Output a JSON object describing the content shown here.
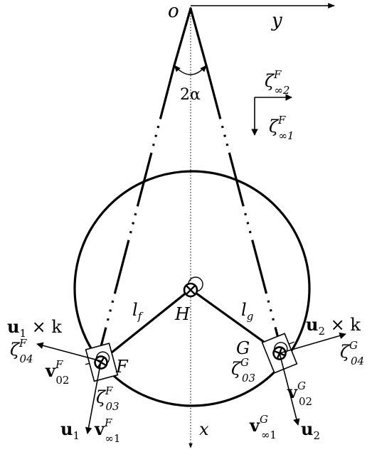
{
  "labels": {
    "origin": "o",
    "y_axis": "y",
    "x_axis": "x",
    "angle": "2α",
    "zeta_inf2": {
      "base": "ζ",
      "sup": "F",
      "sub": "∞2"
    },
    "zeta_inf1": {
      "base": "ζ",
      "sup": "F",
      "sub": "∞1"
    },
    "lf": {
      "base": "l",
      "sub": "f"
    },
    "lg": {
      "base": "l",
      "sub": "g"
    },
    "H": "H",
    "F": "F",
    "G": "G",
    "u1k": {
      "u": "u",
      "sub": "1",
      "rest": " × k"
    },
    "u2k": {
      "u": "u",
      "sub": "2",
      "rest": " × k"
    },
    "zeta04F": {
      "base": "ζ",
      "sup": "F",
      "sub": "04"
    },
    "zeta04G": {
      "base": "ζ",
      "sup": "G",
      "sub": "04"
    },
    "v02F": {
      "base": "v",
      "sup": "F",
      "sub": "02"
    },
    "v02G": {
      "base": "v",
      "sup": "G",
      "sub": "02"
    },
    "zeta03F": {
      "base": "ζ",
      "sup": "F",
      "sub": "03"
    },
    "zeta03G": {
      "base": "ζ",
      "sup": "G",
      "sub": "03"
    },
    "u1": {
      "u": "u",
      "sub": "1"
    },
    "u2": {
      "u": "u",
      "sub": "2"
    },
    "vinf1F": {
      "base": "v",
      "sup": "F",
      "sub": "∞1"
    },
    "vinf1G": {
      "base": "v",
      "sup": "G",
      "sub": "∞1"
    }
  }
}
